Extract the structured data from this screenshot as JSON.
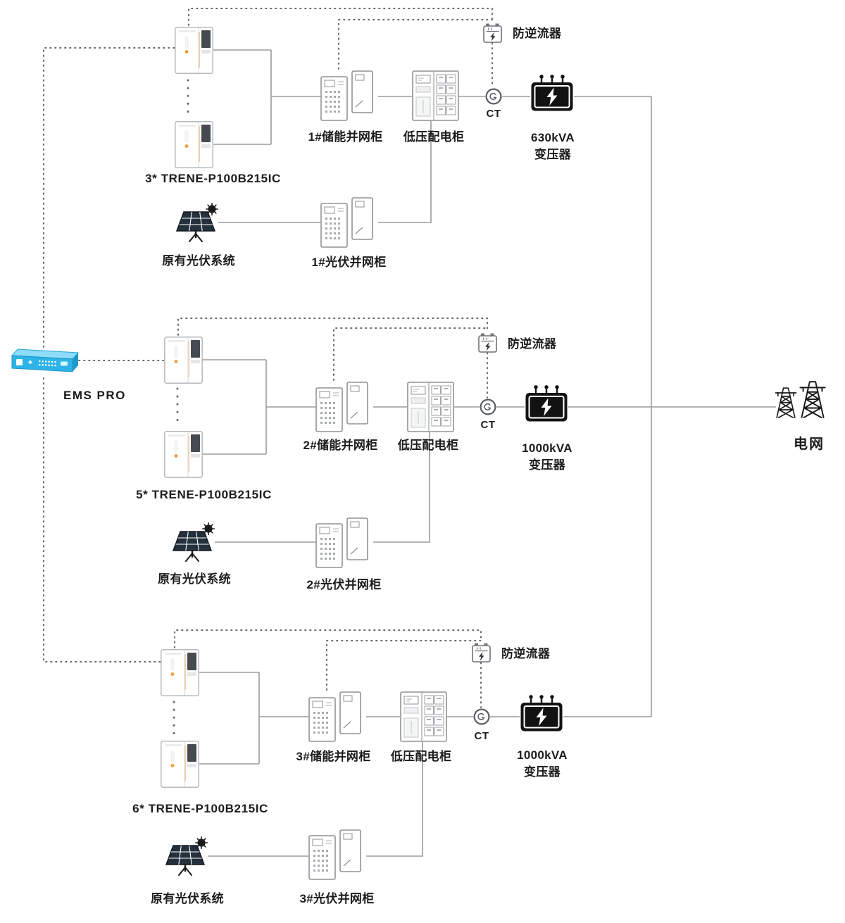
{
  "ems": {
    "label": "EMS PRO"
  },
  "grid": {
    "label": "电网"
  },
  "rows": [
    {
      "battery_label": "3* TRENE-P100B215IC",
      "storage_cabinet_label": "1#储能并网柜",
      "lv_cabinet_label": "低压配电柜",
      "anti_backflow_label": "防逆流器",
      "ct_label": "CT",
      "transformer_capacity": "630kVA",
      "transformer_name": "变压器",
      "pv_label": "原有光伏系统",
      "pv_cabinet_label": "1#光伏并网柜"
    },
    {
      "battery_label": "5* TRENE-P100B215IC",
      "storage_cabinet_label": "2#储能并网柜",
      "lv_cabinet_label": "低压配电柜",
      "anti_backflow_label": "防逆流器",
      "ct_label": "CT",
      "transformer_capacity": "1000kVA",
      "transformer_name": "变压器",
      "pv_label": "原有光伏系统",
      "pv_cabinet_label": "2#光伏并网柜"
    },
    {
      "battery_label": "6* TRENE-P100B215IC",
      "storage_cabinet_label": "3#储能并网柜",
      "lv_cabinet_label": "低压配电柜",
      "anti_backflow_label": "防逆流器",
      "ct_label": "CT",
      "transformer_capacity": "1000kVA",
      "transformer_name": "变压器",
      "pv_label": "原有光伏系统",
      "pv_cabinet_label": "3#光伏并网柜"
    }
  ],
  "icons": {
    "battery-cabinet-icon": "energy storage cabinet",
    "pv-system-icon": "solar panel with sun",
    "storage-grid-cabinet-icon": "grid-connection cabinet pair",
    "pv-grid-cabinet-icon": "grid-connection cabinet pair",
    "lv-distribution-cabinet-icon": "low-voltage breaker cabinet",
    "anti-backflow-device-icon": "meter box with lightning bolt",
    "ct-sensor-icon": "circle current transformer",
    "transformer-icon": "black transformer with lightning bolt",
    "ems-device-icon": "cyan network controller box",
    "grid-tower-icon": "transmission pylons"
  },
  "colors": {
    "accent_blue": "#2db3e8",
    "device_black": "#121212",
    "line_gray": "#9b9b9b",
    "comm_dot_gray": "#4d4d4d",
    "indicator_orange": "#f29b38",
    "panel_navy": "#25303d",
    "text": "#1c1c1c"
  }
}
